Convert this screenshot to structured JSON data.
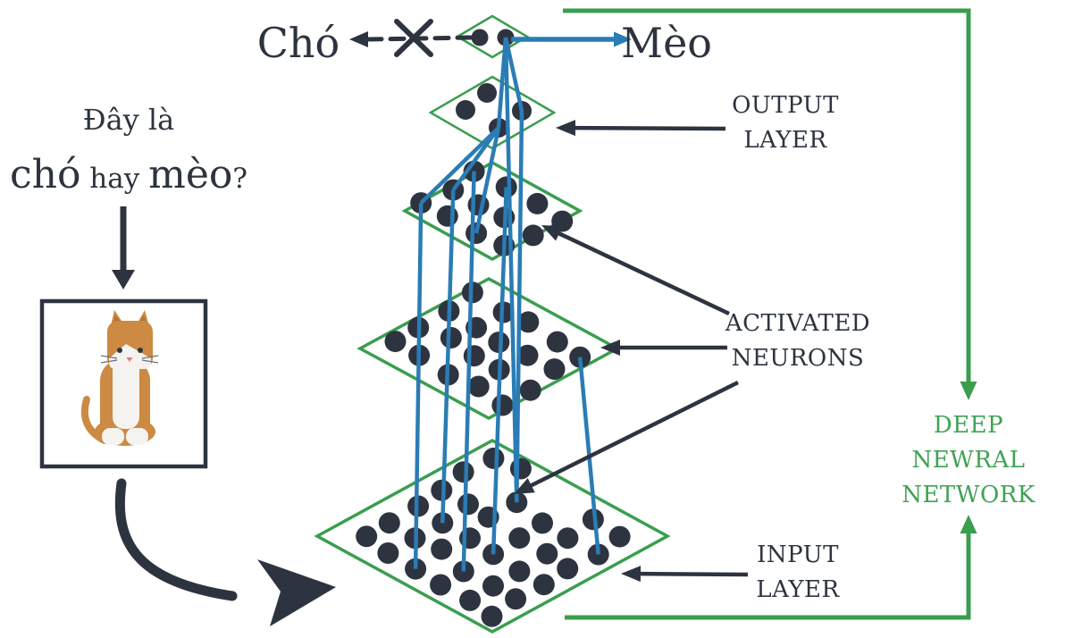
{
  "question": {
    "line1": "Đây là",
    "big1": "chó",
    "mid": " hay ",
    "big2": "mèo",
    "end": "?"
  },
  "outputs": {
    "rejected": "Chó",
    "accepted": "Mèo"
  },
  "labels": {
    "output_layer": {
      "line1": "OUTPUT",
      "line2": "LAYER"
    },
    "activated_neurons": {
      "line1": "ACTIVATED",
      "line2": "NEURONS"
    },
    "input_layer": {
      "line1": "INPUT",
      "line2": "LAYER"
    },
    "deep_network": {
      "line1": "DEEP",
      "line2": "NEWRAL",
      "line3": "NETWORK"
    }
  },
  "network": {
    "layers": [
      {
        "name": "prediction",
        "dots": 2
      },
      {
        "name": "output",
        "dots": 4
      },
      {
        "name": "hidden-1",
        "dots": 12
      },
      {
        "name": "hidden-2",
        "dots": 20
      },
      {
        "name": "input",
        "dots": 33
      }
    ]
  },
  "colors": {
    "diamond_green": "#3a9e4e",
    "wire_blue": "#2a7cb5",
    "ink_dark": "#2d3440",
    "label_green": "#3fa254",
    "cat_orange": "#cc8a42",
    "cat_cream": "#f4f3f0",
    "cat_pink": "#e5768c"
  }
}
